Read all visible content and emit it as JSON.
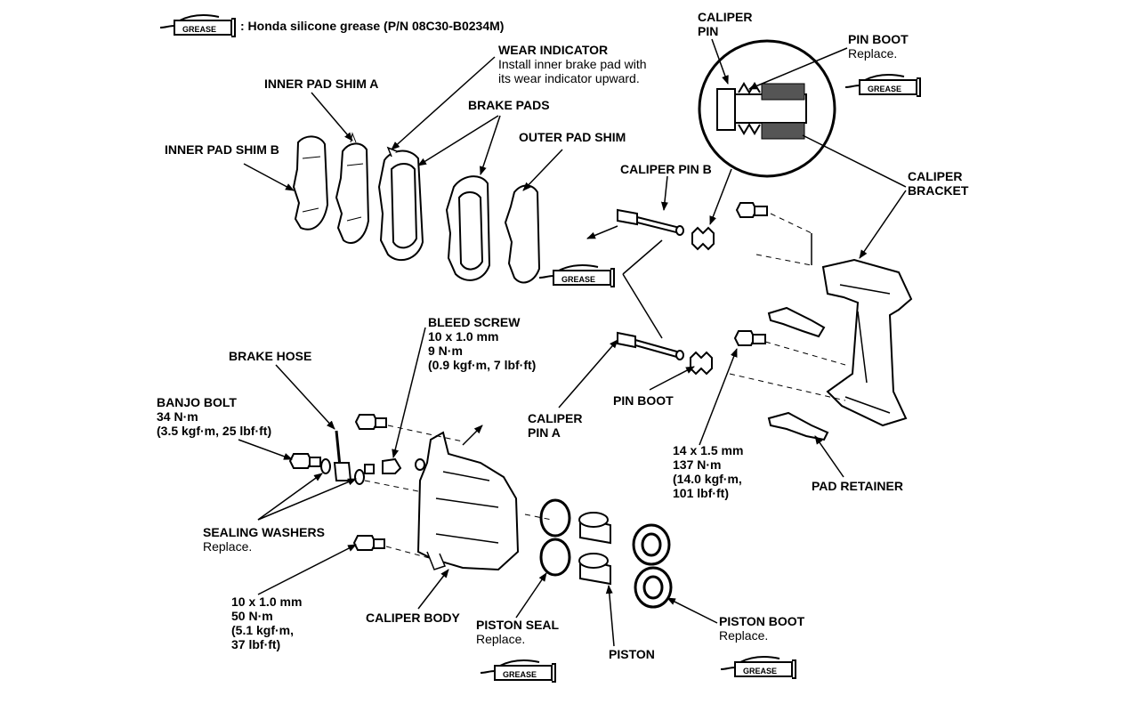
{
  "legend": {
    "text": ": Honda silicone grease (P/N 08C30-B0234M)",
    "grease_icon_label": "GREASE",
    "grease_icon": "grease-tube-icon"
  },
  "labels": {
    "wear_indicator": {
      "title": "WEAR INDICATOR",
      "line1": "Install inner brake pad with",
      "line2": "its wear indicator upward."
    },
    "inner_pad_shim_a": {
      "title": "INNER PAD SHIM A"
    },
    "brake_pads": {
      "title": "BRAKE PADS"
    },
    "inner_pad_shim_b": {
      "title": "INNER PAD SHIM B"
    },
    "outer_pad_shim": {
      "title": "OUTER PAD SHIM"
    },
    "caliper_pin": {
      "title1": "CALIPER",
      "title2": "PIN"
    },
    "pin_boot_top": {
      "title": "PIN BOOT",
      "note": "Replace."
    },
    "caliper_pin_b": {
      "title": "CALIPER PIN B"
    },
    "caliper_bracket": {
      "title1": "CALIPER",
      "title2": "BRACKET"
    },
    "bleed_screw": {
      "title": "BLEED SCREW",
      "line1": "10 x 1.0 mm",
      "line2": "9 N·m",
      "line3": "(0.9 kgf·m, 7 lbf·ft)"
    },
    "brake_hose": {
      "title": "BRAKE HOSE"
    },
    "banjo_bolt": {
      "title": "BANJO BOLT",
      "line1": "34 N·m",
      "line2": "(3.5 kgf·m, 25 lbf·ft)"
    },
    "caliper_pin_a": {
      "title1": "CALIPER",
      "title2": "PIN A"
    },
    "pin_boot_mid": {
      "title": "PIN BOOT"
    },
    "bracket_bolt": {
      "line1": "14 x 1.5 mm",
      "line2": "137 N·m",
      "line3": "(14.0 kgf·m,",
      "line4": "101 lbf·ft)"
    },
    "pad_retainer": {
      "title": "PAD RETAINER"
    },
    "sealing_washers": {
      "title": "SEALING WASHERS",
      "note": "Replace."
    },
    "caliper_bolt": {
      "line1": "10 x 1.0 mm",
      "line2": "50 N·m",
      "line3": "(5.1 kgf·m,",
      "line4": "37 lbf·ft)"
    },
    "caliper_body": {
      "title": "CALIPER BODY"
    },
    "piston_seal": {
      "title": "PISTON SEAL",
      "note": "Replace."
    },
    "piston": {
      "title": "PISTON"
    },
    "piston_boot": {
      "title": "PISTON BOOT",
      "note": "Replace."
    }
  }
}
